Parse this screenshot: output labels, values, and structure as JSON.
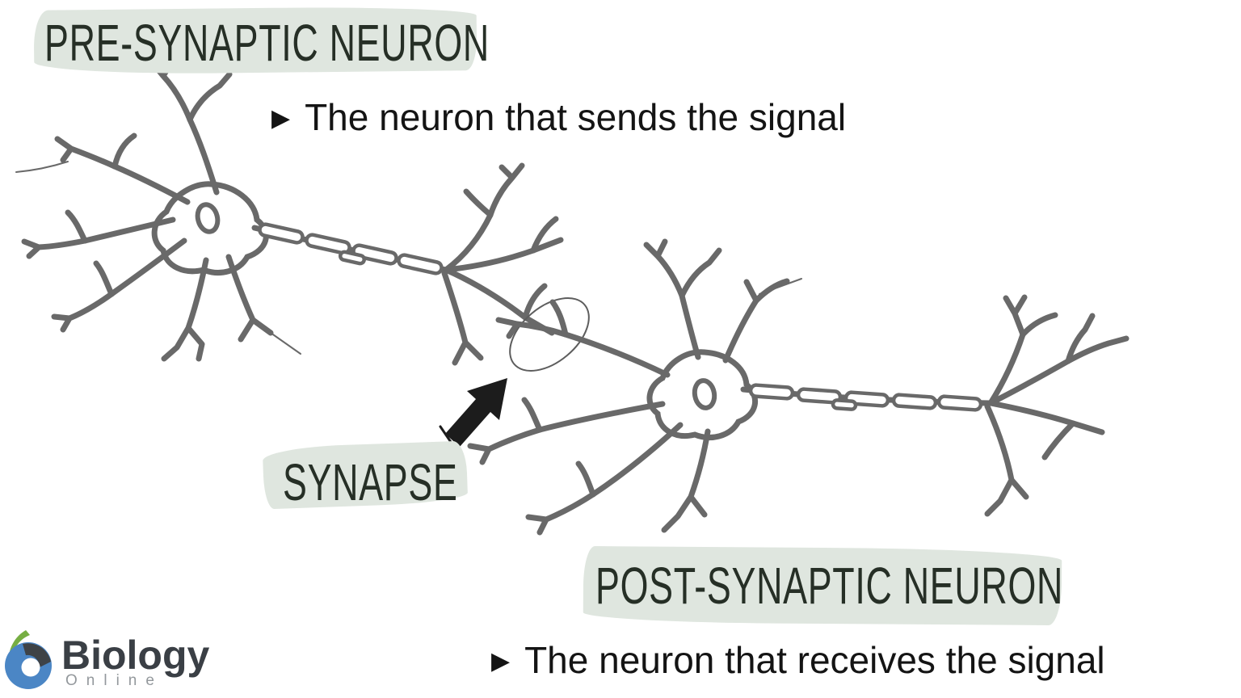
{
  "colors": {
    "background": "#ffffff",
    "highlight": "#dfe6df",
    "label-ink": "#262f26",
    "body-ink": "#141414",
    "neuron": "#696969",
    "synapse-ring": "#5d5d5d",
    "arrow": "#1c1c1c",
    "logo-green": "#76ae43",
    "logo-blue": "#4b86c5",
    "logo-dark": "#3e4347",
    "logo-brand": "#3a3f45",
    "logo-sub": "#93989c"
  },
  "pre_synaptic": {
    "title": "PRE-SYNAPTIC NEURON",
    "bullet_glyph": "▶",
    "description": "The neuron that sends the signal"
  },
  "synapse": {
    "label": "SYNAPSE"
  },
  "post_synaptic": {
    "title": "POST-SYNAPTIC NEURON",
    "bullet_glyph": "▶",
    "description": "The neuron that receives the signal"
  },
  "logo": {
    "brand": "Biology",
    "subtitle": "Online"
  },
  "diagram": {
    "parts": [
      "pre-synaptic neuron",
      "synapse",
      "post-synaptic neuron"
    ]
  }
}
